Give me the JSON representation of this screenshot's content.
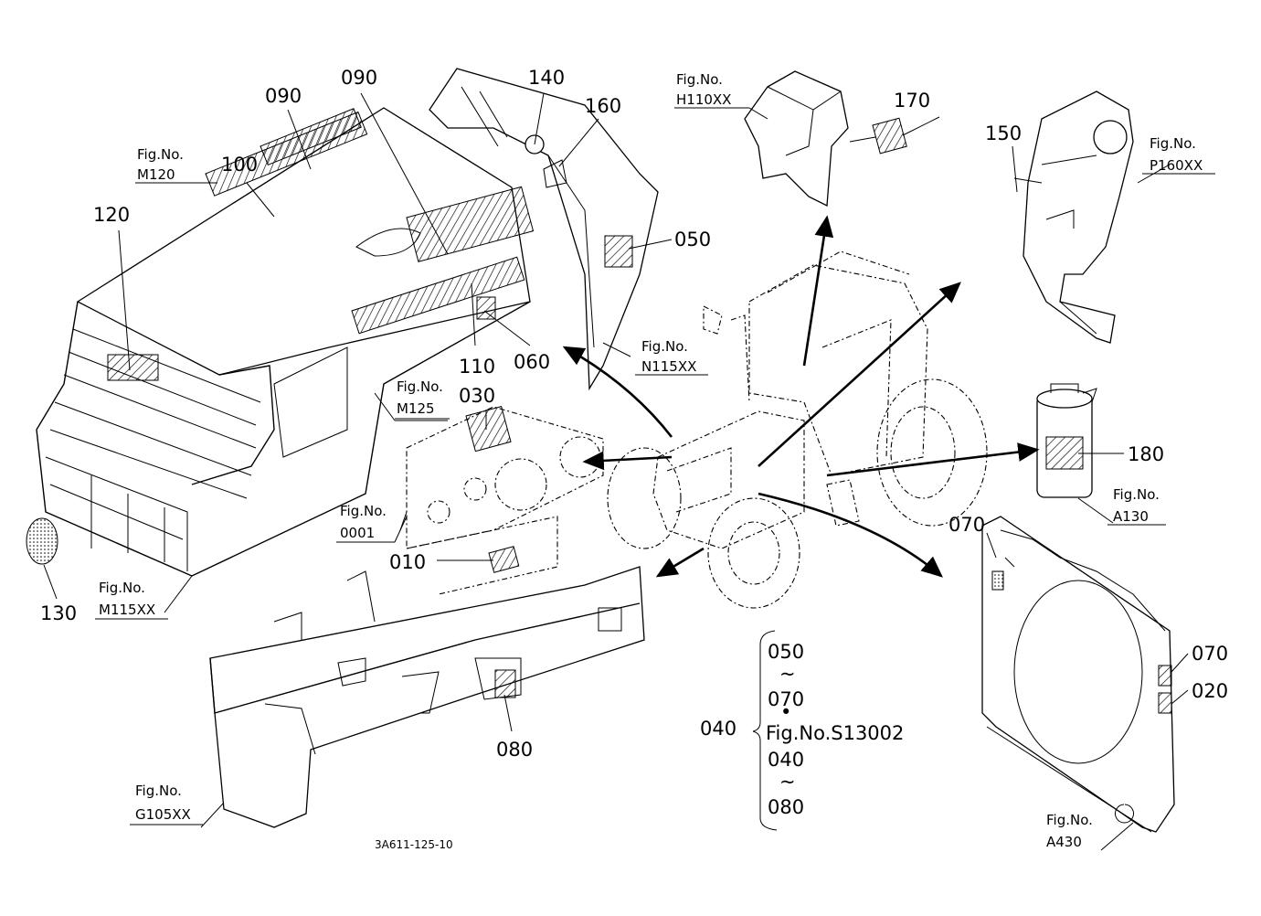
{
  "labels": {
    "n090a": "090",
    "n090b": "090",
    "n100": "100",
    "n120": "120",
    "n140": "140",
    "n160": "160",
    "n170": "170",
    "n150": "150",
    "n050": "050",
    "n110": "110",
    "n060": "060",
    "n030": "030",
    "n180": "180",
    "n070a": "070",
    "n010": "010",
    "n130": "130",
    "n080": "080",
    "n070b": "070",
    "n020": "020",
    "n040": "040"
  },
  "figs": {
    "fig_word": "Fig.No.",
    "m120": "M120",
    "h110xx": "H110XX",
    "p160xx": "P160XX",
    "n115xx": "N115XX",
    "m125": "M125",
    "f0001": "0001",
    "a130": "A130",
    "m115xx": "M115XX",
    "g105xx": "G105XX",
    "a430": "A430"
  },
  "range": {
    "top_start": "050",
    "top_end": "070",
    "ref": "Fig.No.S13002",
    "bottom_start": "040",
    "bottom_end": "080",
    "tilde": "~",
    "bullet": "•"
  },
  "drawing_code": "3A611-125-10"
}
